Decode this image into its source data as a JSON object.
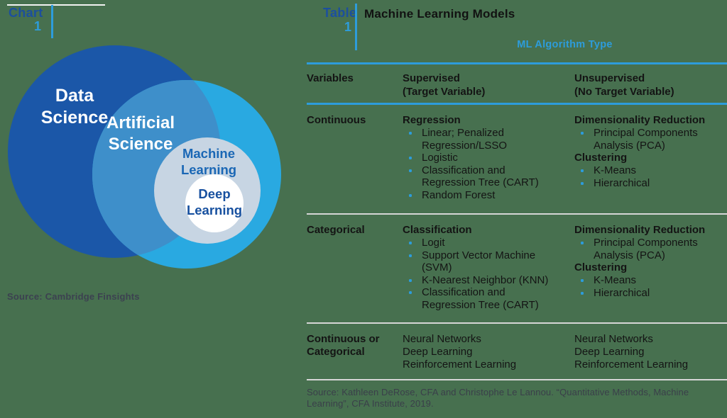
{
  "colors": {
    "background": "#47704F",
    "circle_data_science": "#1B57A8",
    "circle_ai_crescent": "#29A9E1",
    "circle_overlap": "#3E8FCA",
    "circle_machine_learning": "#C7D5E3",
    "circle_deep_learning": "#FFFFFF",
    "accent_cyan": "#2D9CDB",
    "label_blue": "#1C4F9E",
    "divider_gray": "#D6D6D6",
    "text_black": "#141414",
    "source_gray": "#3C4150"
  },
  "chart_label": {
    "title": "Chart",
    "number": "1"
  },
  "venn": {
    "labels": {
      "data_science": "Data\nScience",
      "artificial_science": "Artificial\nScience",
      "machine_learning": "Machine\nLearning",
      "deep_learning": "Deep\nLearning"
    },
    "source": "Source: Cambridge Finsights"
  },
  "table_label": {
    "title": "Table",
    "number": "1"
  },
  "table": {
    "title": "Machine Learning Models",
    "banner": "ML Algorithm Type",
    "headers": [
      {
        "title": "Variables",
        "sub": ""
      },
      {
        "title": "Supervised",
        "sub": "(Target Variable)"
      },
      {
        "title": "Unsupervised",
        "sub": "(No Target Variable)"
      }
    ],
    "rows": [
      {
        "variable": "Continuous",
        "supervised": [
          {
            "h": "Regression"
          },
          {
            "b": "Linear; Penalized Regression/LSSO"
          },
          {
            "b": "Logistic"
          },
          {
            "b": "Classification and Regression Tree (CART)"
          },
          {
            "b": "Random Forest"
          }
        ],
        "unsupervised": [
          {
            "h": "Dimensionality Reduction"
          },
          {
            "b": "Principal Components Analysis (PCA)"
          },
          {
            "h": "Clustering"
          },
          {
            "b": "K-Means"
          },
          {
            "b": "Hierarchical"
          }
        ]
      },
      {
        "variable": "Categorical",
        "supervised": [
          {
            "h": "Classification"
          },
          {
            "b": "Logit"
          },
          {
            "b": "Support Vector Machine (SVM)"
          },
          {
            "b": "K-Nearest Neighbor (KNN)"
          },
          {
            "b": "Classification and Regression Tree (CART)"
          }
        ],
        "unsupervised": [
          {
            "h": "Dimensionality Reduction"
          },
          {
            "b": "Principal Components Analysis (PCA)"
          },
          {
            "h": "Clustering"
          },
          {
            "b": "K-Means"
          },
          {
            "b": "Hierarchical"
          }
        ]
      },
      {
        "variable": "Continuous or Categorical",
        "supervised": [
          {
            "t": "Neural Networks"
          },
          {
            "t": "Deep Learning"
          },
          {
            "t": "Reinforcement Learning"
          }
        ],
        "unsupervised": [
          {
            "t": "Neural Networks"
          },
          {
            "t": "Deep Learning"
          },
          {
            "t": "Reinforcement Learning"
          }
        ]
      }
    ],
    "source": "Source: Kathleen DeRose, CFA and Christophe Le Lannou. “Quantitative Methods, Machine Learning”, CFA Institute, 2019."
  }
}
